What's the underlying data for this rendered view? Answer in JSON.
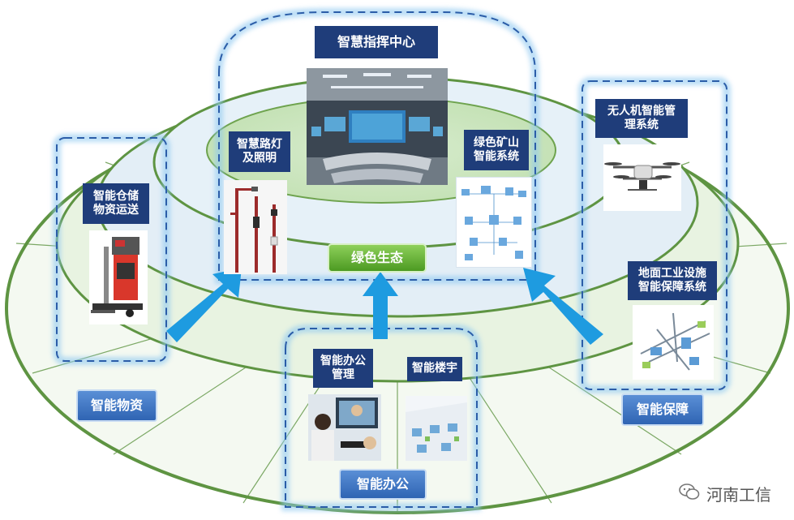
{
  "center": {
    "command_center": "智慧指挥中心",
    "green_ecology": "绿色生态"
  },
  "modules": {
    "street_lights": "智慧路灯\n及照明",
    "green_mine": "绿色矿山\n智能系统",
    "warehouse": "智能仓储\n物资运送",
    "drone": "无人机智能管\n理系统",
    "ground_facility": "地面工业设施\n智能保障系统",
    "office_mgmt": "智能办公\n管理",
    "building": "智能楼宇"
  },
  "categories": {
    "materials": "智能物资",
    "office": "智能办公",
    "support": "智能保障"
  },
  "watermark": "河南工信",
  "colors": {
    "ellipse": "#5e9442",
    "glow": "#8ec8f0",
    "arrow": "#1e9be0",
    "navy": "#1f3d7a"
  }
}
